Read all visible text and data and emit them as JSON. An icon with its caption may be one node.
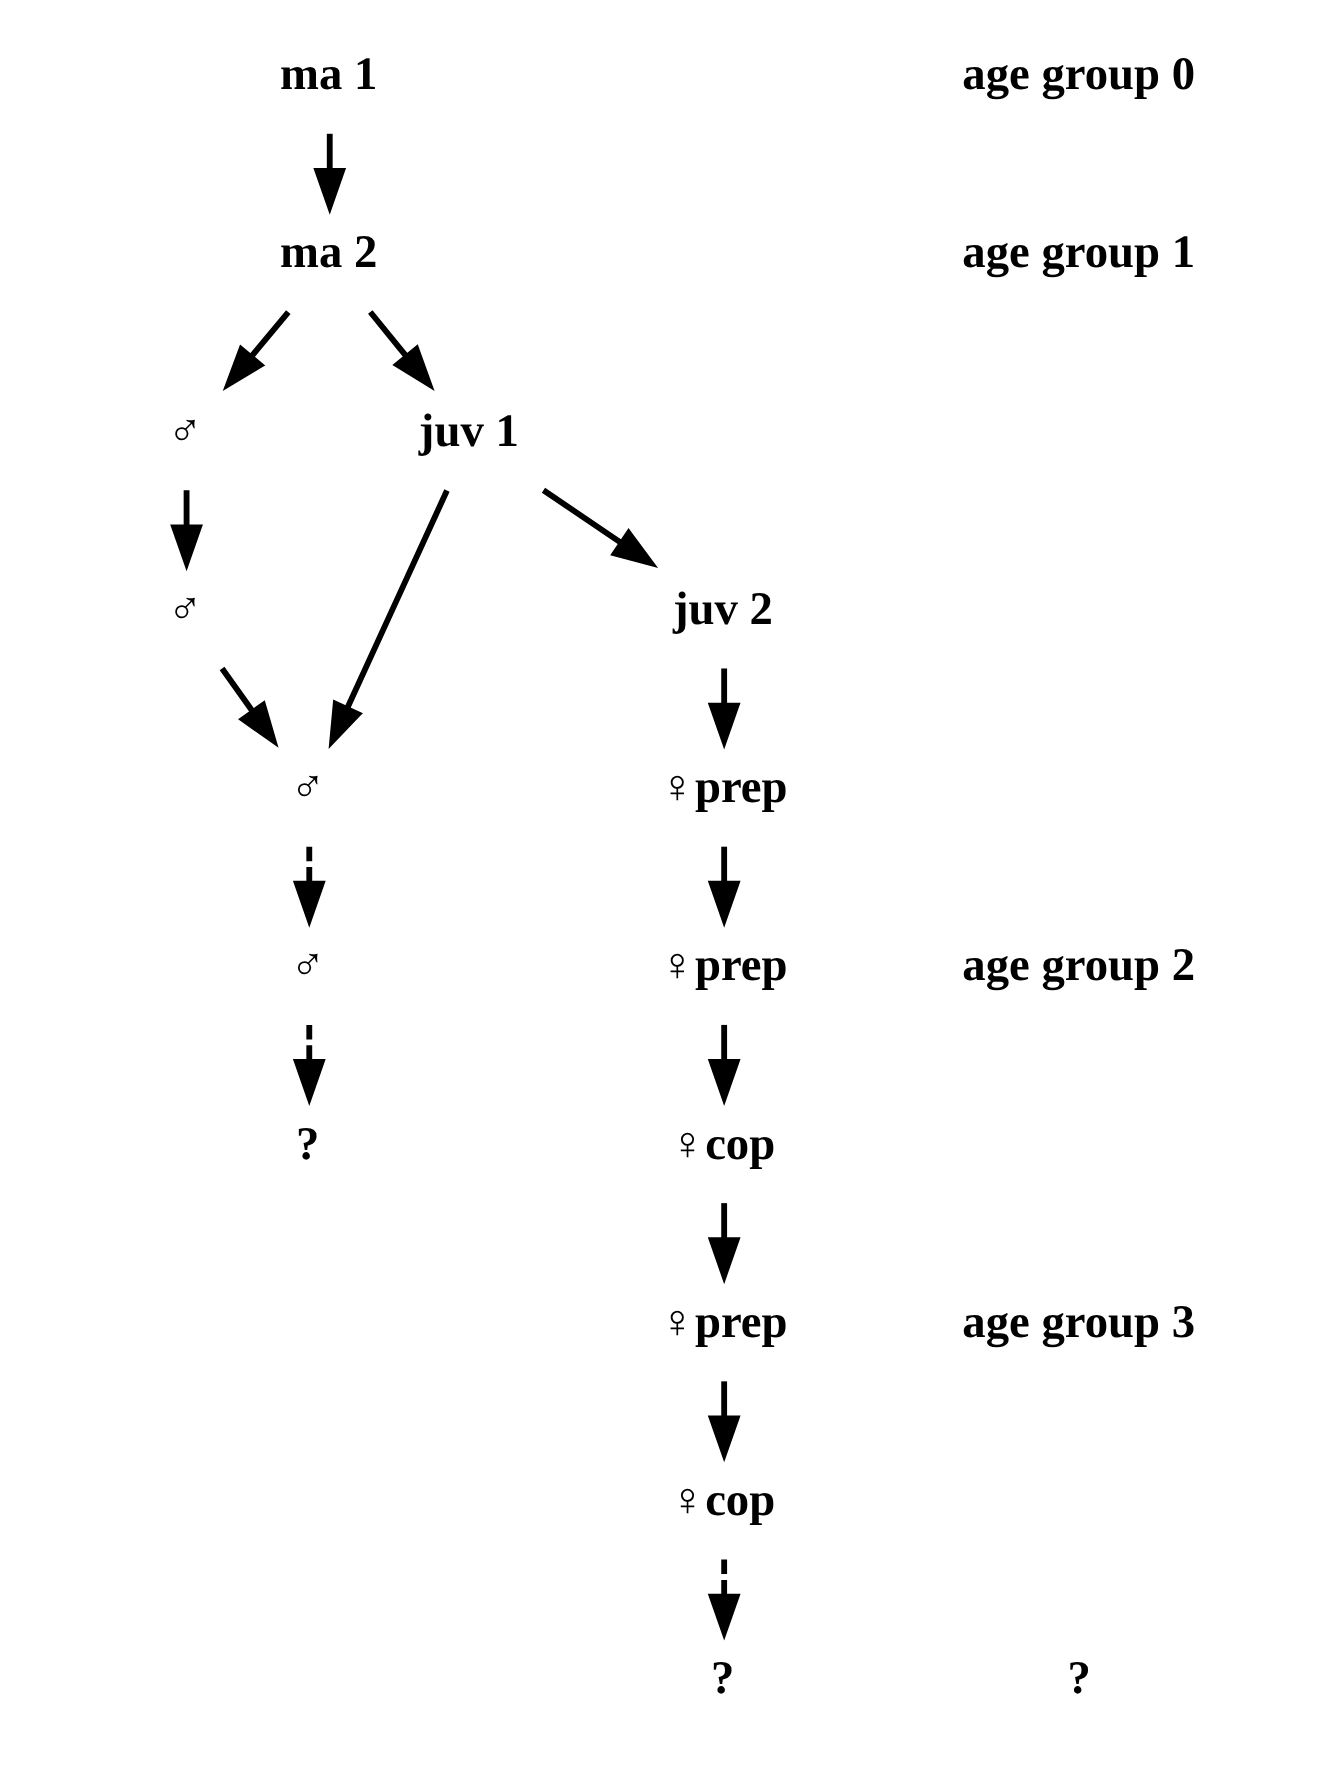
{
  "diagram": {
    "nodes": [
      {
        "text": [
          "ma 1"
        ]
      },
      {
        "text": [
          "ma 2"
        ]
      },
      {
        "text": [
          "♂"
        ]
      },
      {
        "text": [
          "juv 1"
        ]
      },
      {
        "text": [
          "juv 2"
        ]
      },
      {
        "text": [
          "♂"
        ]
      },
      {
        "text": [
          "♀prep"
        ]
      },
      {
        "text": [
          "♀prep"
        ]
      },
      {
        "text": [
          "♂"
        ]
      },
      {
        "text": [
          "♀cop"
        ]
      },
      {
        "text": [
          "♀prep"
        ]
      },
      {
        "text": [
          "♂"
        ]
      },
      {
        "text": [
          "♀cop"
        ]
      },
      {
        "text": [
          "?"
        ]
      },
      {
        "text": [
          "?"
        ]
      }
    ],
    "edges": [
      {
        "from": 0,
        "to": 1,
        "arrow": "to"
      },
      {
        "from": 1,
        "to": 2,
        "arrow": "to"
      },
      {
        "from": 1,
        "to": 3,
        "arrow": "to"
      },
      {
        "from": 3,
        "to": 4,
        "arrow": "to"
      },
      {
        "from": 2,
        "to": 5,
        "arrow": "to"
      },
      {
        "from": 5,
        "to": 8,
        "arrow": "to"
      },
      {
        "from": 3,
        "to": 8,
        "arrow": "to"
      },
      {
        "from": 4,
        "to": 6,
        "arrow": "to"
      },
      {
        "from": 6,
        "to": 7,
        "arrow": "to"
      },
      {
        "from": 7,
        "to": 9,
        "arrow": "to"
      },
      {
        "from": 9,
        "to": 10,
        "arrow": "to"
      },
      {
        "from": 10,
        "to": 12,
        "arrow": "to"
      },
      {
        "from": 8,
        "to": 11,
        "arrow": "to",
        "style": "dashed"
      },
      {
        "from": 11,
        "to": 13,
        "arrow": "to",
        "style": "dashed"
      },
      {
        "from": 12,
        "to": 14,
        "arrow": "to",
        "style": "dashed"
      }
    ],
    "labels": [
      "age group 0",
      "age group 1",
      "age group 2",
      "age group 3",
      "?"
    ]
  }
}
